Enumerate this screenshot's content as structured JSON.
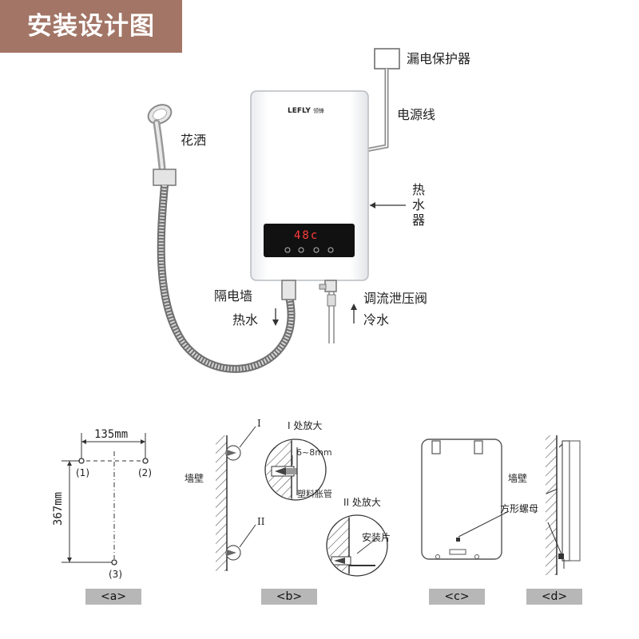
{
  "banner": {
    "title": "安装设计图"
  },
  "heater": {
    "brand": "LEFLY",
    "brand_cn": "领锋",
    "display": "48c"
  },
  "labels": {
    "rcd": "漏电保护器",
    "power_cord": "电源线",
    "shower": "花洒",
    "heater": "热水器",
    "wall_isolator": "隔电墙",
    "hot_water": "热水",
    "valve": "调流泄压阀",
    "cold_water": "冷水"
  },
  "fig_a": {
    "width_dim": "135mm",
    "height_dim": "367mm",
    "p1": "(1)",
    "p2": "(2)",
    "p3": "(3)",
    "caption": "<a>"
  },
  "fig_b": {
    "mark_1": "I",
    "mark_2": "II",
    "detail_1": "I 处放大",
    "detail_2": "II 处放大",
    "gap": "6~8mm",
    "plastic_anchor": "塑料胀管",
    "wall": "墙壁",
    "mount_plate": "安装片",
    "caption": "<b>"
  },
  "fig_c": {
    "caption": "<c>"
  },
  "fig_d": {
    "wall": "墙壁",
    "square_nut": "方形螺母",
    "caption": "<d>"
  },
  "colors": {
    "banner": "#a27566",
    "caption_bg": "#b7b7b7",
    "display_red": "#ff3b3b"
  }
}
